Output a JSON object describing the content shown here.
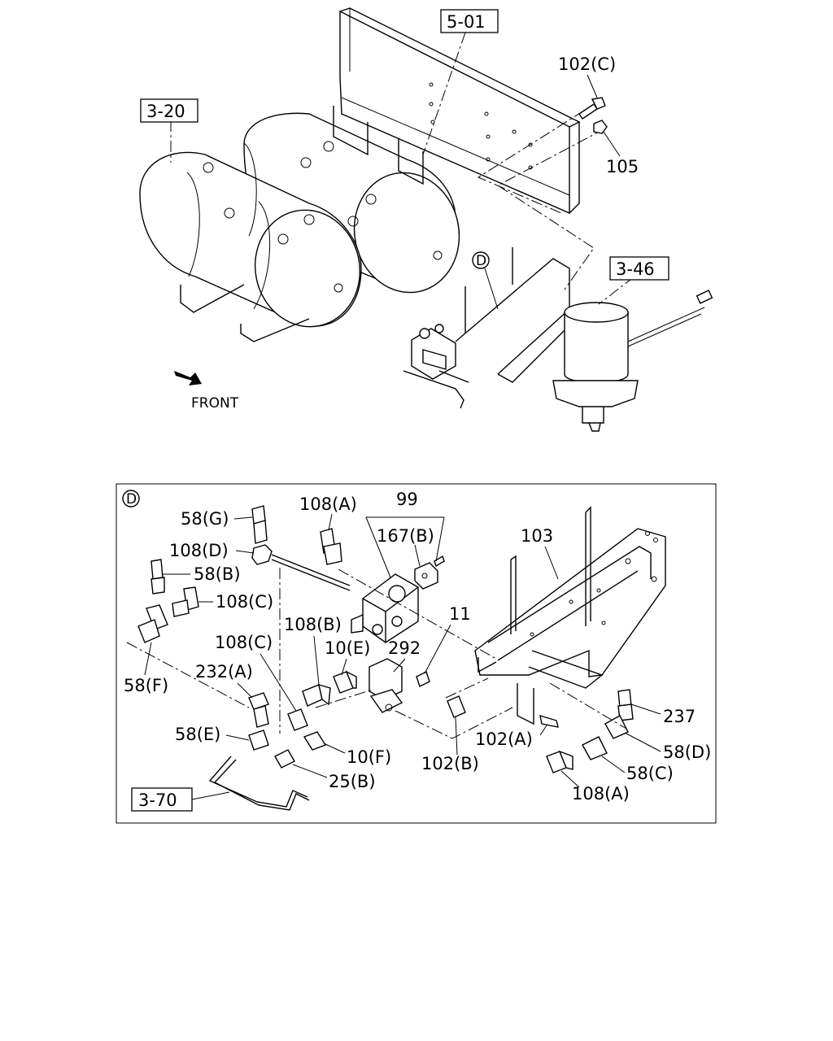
{
  "refs": {
    "frame": "5-01",
    "tanks": "3-20",
    "dryer": "3-46",
    "pipe": "3-70"
  },
  "top_labels": {
    "bolt": "102(C)",
    "nut": "105",
    "detail_marker": "D",
    "front": "FRONT"
  },
  "detail": {
    "marker": "D",
    "labels": {
      "l99": "99",
      "l108A_top": "108(A)",
      "l167B": "167(B)",
      "l103": "103",
      "l58G": "58(G)",
      "l108D": "108(D)",
      "l58B": "58(B)",
      "l108C_a": "108(C)",
      "l108B": "108(B)",
      "l11": "11",
      "l108C_b": "108(C)",
      "l10E": "10(E)",
      "l292": "292",
      "l58F": "58(F)",
      "l232A": "232(A)",
      "l58E": "58(E)",
      "l10F": "10(F)",
      "l25B": "25(B)",
      "l102B": "102(B)",
      "l102A": "102(A)",
      "l237": "237",
      "l58D": "58(D)",
      "l58C": "58(C)",
      "l108A_bot": "108(A)"
    }
  }
}
